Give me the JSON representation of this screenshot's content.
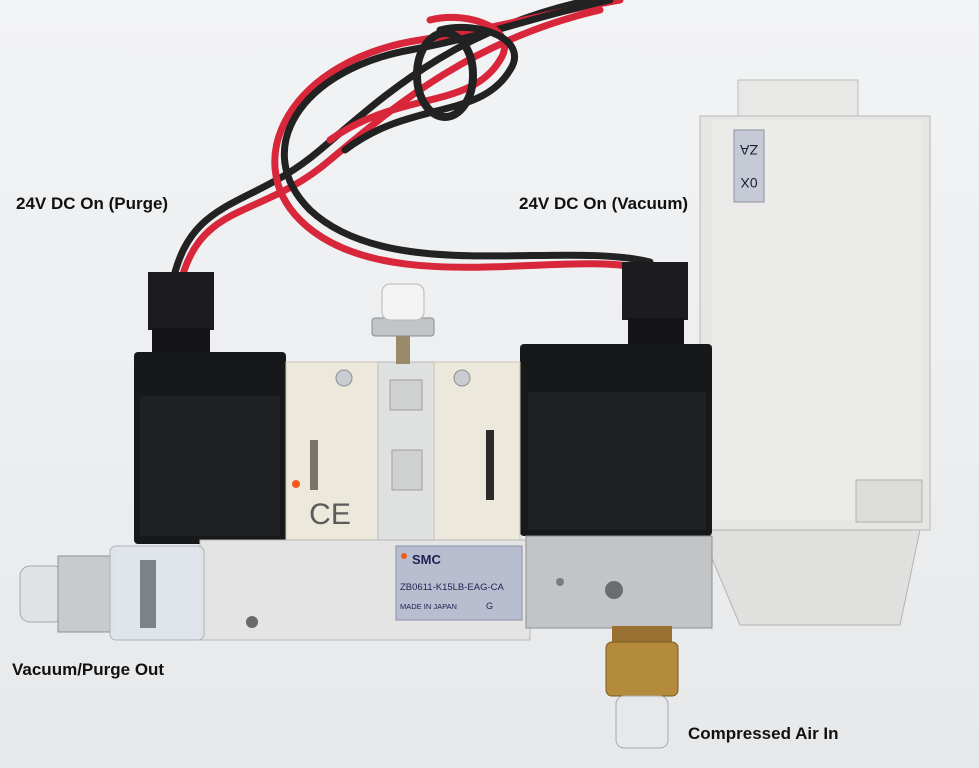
{
  "labels": {
    "purge": "24V DC On (Purge)",
    "vacuum": "24V DC On (Vacuum)",
    "out": "Vacuum/Purge Out",
    "air_in": "Compressed Air In"
  },
  "device": {
    "brand": "SMC",
    "model": "ZB0611-K15LB-EAG-CA",
    "origin": "MADE IN JAPAN",
    "grade": "G",
    "tag_line1": "ZA",
    "tag_line2": "0X"
  },
  "colors": {
    "wire_red": "#d8263a",
    "wire_black": "#222222",
    "solenoid": "#17181a",
    "valve_body": "#ece8dc",
    "manifold": "#e4e4e4",
    "brass": "#b48a3c"
  }
}
